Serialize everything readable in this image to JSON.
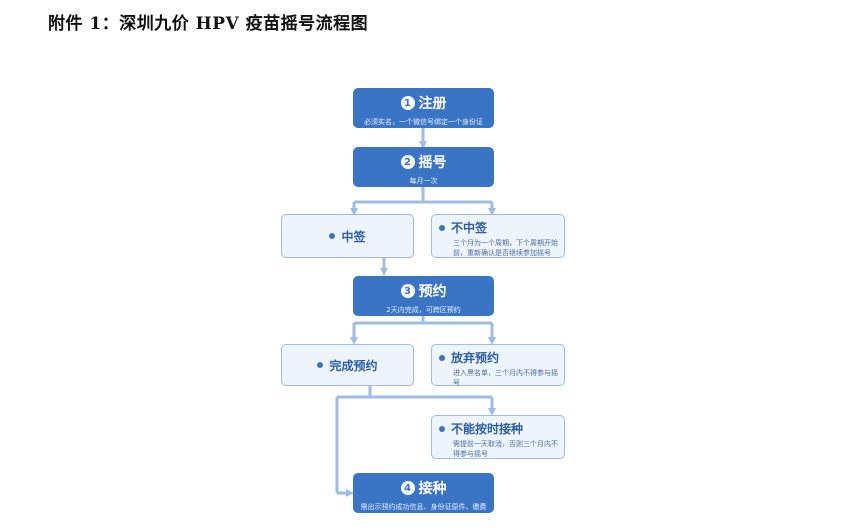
{
  "title": "附件 1：深圳九价 HPV 疫苗摇号流程图",
  "steps": [
    {
      "num": "1",
      "label": "注册",
      "desc": "必须实名，一个微信号绑定一个身份证"
    },
    {
      "num": "2",
      "label": "摇号",
      "desc": "每月一次"
    },
    {
      "num": "3",
      "label": "预约",
      "desc": "2天内完成，可跨区预约"
    },
    {
      "num": "4",
      "label": "接种",
      "desc": "需出示预约成功信息、身份证原件、缴费"
    }
  ],
  "branches": {
    "win": {
      "label": "中签"
    },
    "lose": {
      "label": "不中签",
      "desc": "三个月为一个周期，下个周期开始前，重新确认是否继续参加摇号"
    },
    "done": {
      "label": "完成预约"
    },
    "giveup": {
      "label": "放弃预约",
      "desc": "进入黑名单，三个月内不得参与摇号"
    },
    "cannot": {
      "label": "不能按时接种",
      "desc": "需提前一天取消，否则三个月内不得参与摇号"
    }
  },
  "colors": {
    "primary": "#3a74c4",
    "light": "#eef4fc",
    "line": "#9dbce6"
  }
}
